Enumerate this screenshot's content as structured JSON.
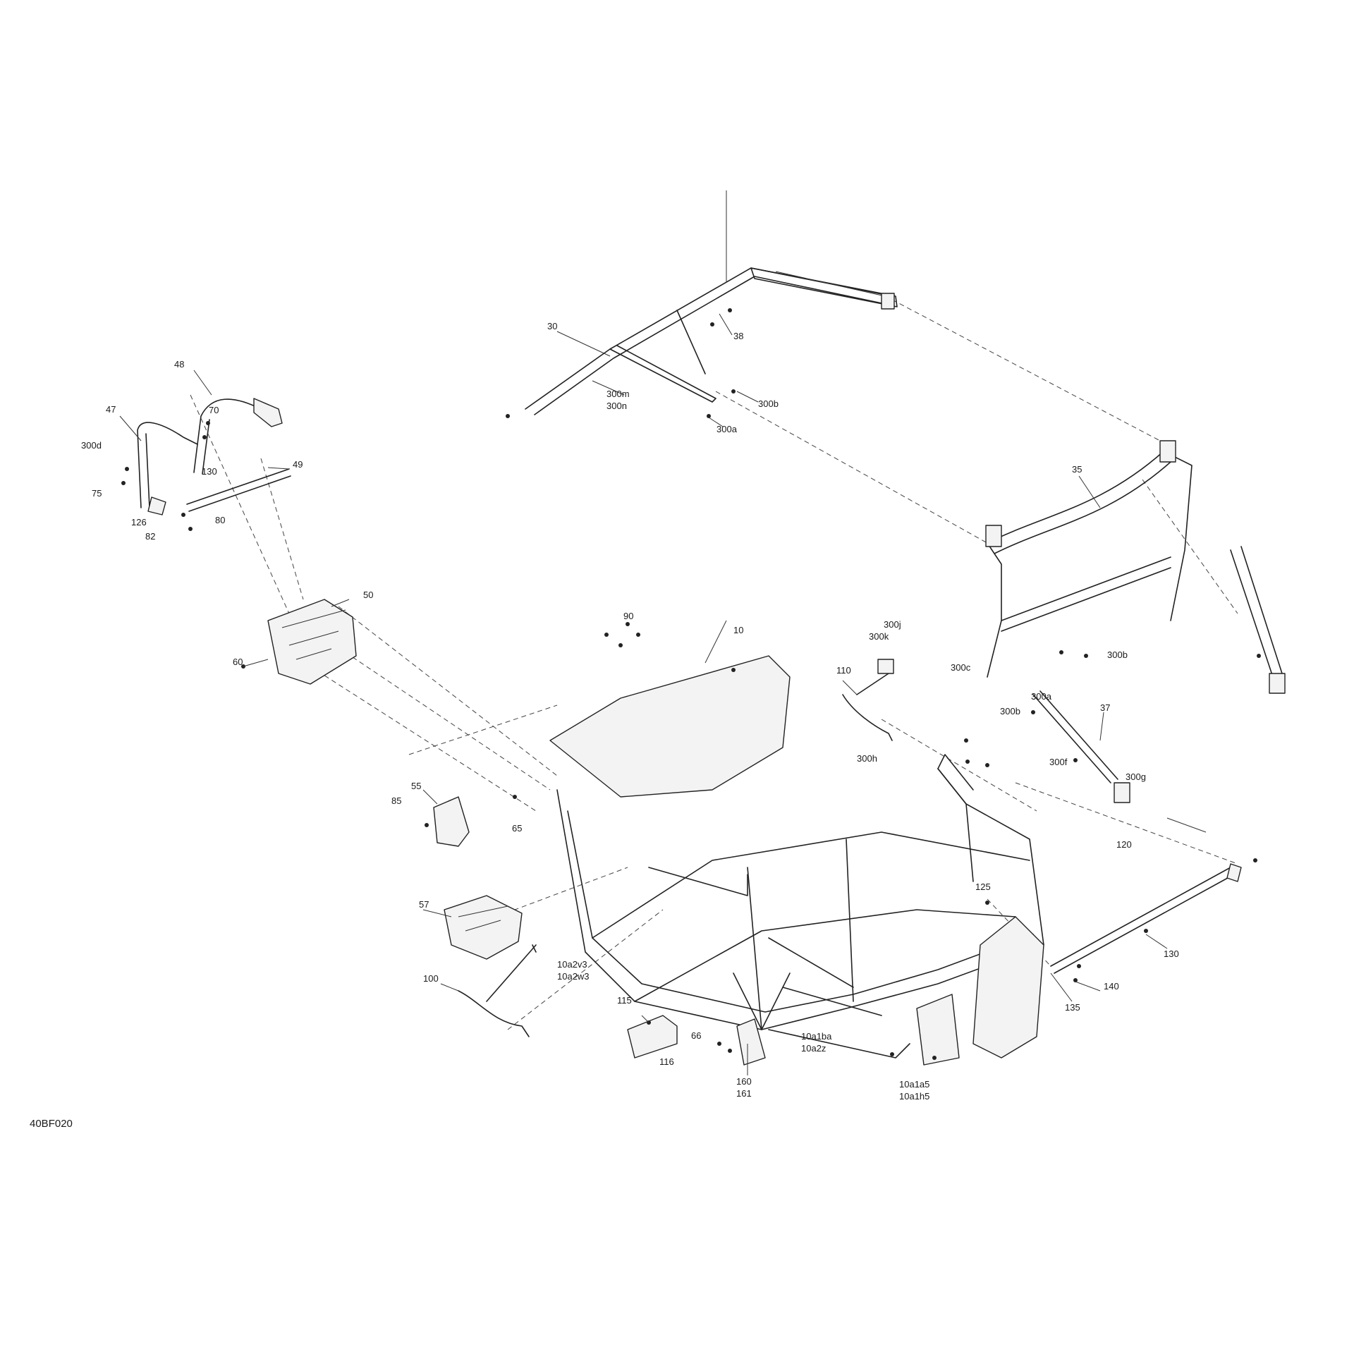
{
  "diagram": {
    "code": "40BF020",
    "labels": [
      {
        "id": "10",
        "text": "10"
      },
      {
        "id": "30",
        "text": "30"
      },
      {
        "id": "35",
        "text": "35"
      },
      {
        "id": "37",
        "text": "37"
      },
      {
        "id": "38",
        "text": "38"
      },
      {
        "id": "47",
        "text": "47"
      },
      {
        "id": "48",
        "text": "48"
      },
      {
        "id": "49",
        "text": "49"
      },
      {
        "id": "50",
        "text": "50"
      },
      {
        "id": "55",
        "text": "55"
      },
      {
        "id": "57",
        "text": "57"
      },
      {
        "id": "60",
        "text": "60"
      },
      {
        "id": "65",
        "text": "65"
      },
      {
        "id": "66",
        "text": "66"
      },
      {
        "id": "70",
        "text": "70"
      },
      {
        "id": "75",
        "text": "75"
      },
      {
        "id": "80",
        "text": "80"
      },
      {
        "id": "82",
        "text": "82"
      },
      {
        "id": "85",
        "text": "85"
      },
      {
        "id": "90",
        "text": "90"
      },
      {
        "id": "100",
        "text": "100"
      },
      {
        "id": "110",
        "text": "110"
      },
      {
        "id": "115",
        "text": "115"
      },
      {
        "id": "116",
        "text": "116"
      },
      {
        "id": "120",
        "text": "120"
      },
      {
        "id": "125",
        "text": "125"
      },
      {
        "id": "126",
        "text": "126"
      },
      {
        "id": "130a",
        "text": "130"
      },
      {
        "id": "130b",
        "text": "130"
      },
      {
        "id": "135",
        "text": "135"
      },
      {
        "id": "140",
        "text": "140"
      },
      {
        "id": "160",
        "text": "160"
      },
      {
        "id": "161",
        "text": "161"
      },
      {
        "id": "300a_1",
        "text": "300a"
      },
      {
        "id": "300a_2",
        "text": "300a"
      },
      {
        "id": "300b_1",
        "text": "300b"
      },
      {
        "id": "300b_2",
        "text": "300b"
      },
      {
        "id": "300b_3",
        "text": "300b"
      },
      {
        "id": "300c",
        "text": "300c"
      },
      {
        "id": "300d",
        "text": "300d"
      },
      {
        "id": "300f",
        "text": "300f"
      },
      {
        "id": "300g",
        "text": "300g"
      },
      {
        "id": "300h",
        "text": "300h"
      },
      {
        "id": "300j",
        "text": "300j"
      },
      {
        "id": "300k",
        "text": "300k"
      },
      {
        "id": "300m",
        "text": "300m"
      },
      {
        "id": "300n",
        "text": "300n"
      },
      {
        "id": "10a2v3",
        "text": "10a2v3"
      },
      {
        "id": "10a2w3",
        "text": "10a2w3"
      },
      {
        "id": "10a1ba",
        "text": "10a1ba"
      },
      {
        "id": "10a2z",
        "text": "10a2z"
      },
      {
        "id": "10a1a5",
        "text": "10a1a5"
      },
      {
        "id": "10a1h5",
        "text": "10a1h5"
      }
    ]
  }
}
